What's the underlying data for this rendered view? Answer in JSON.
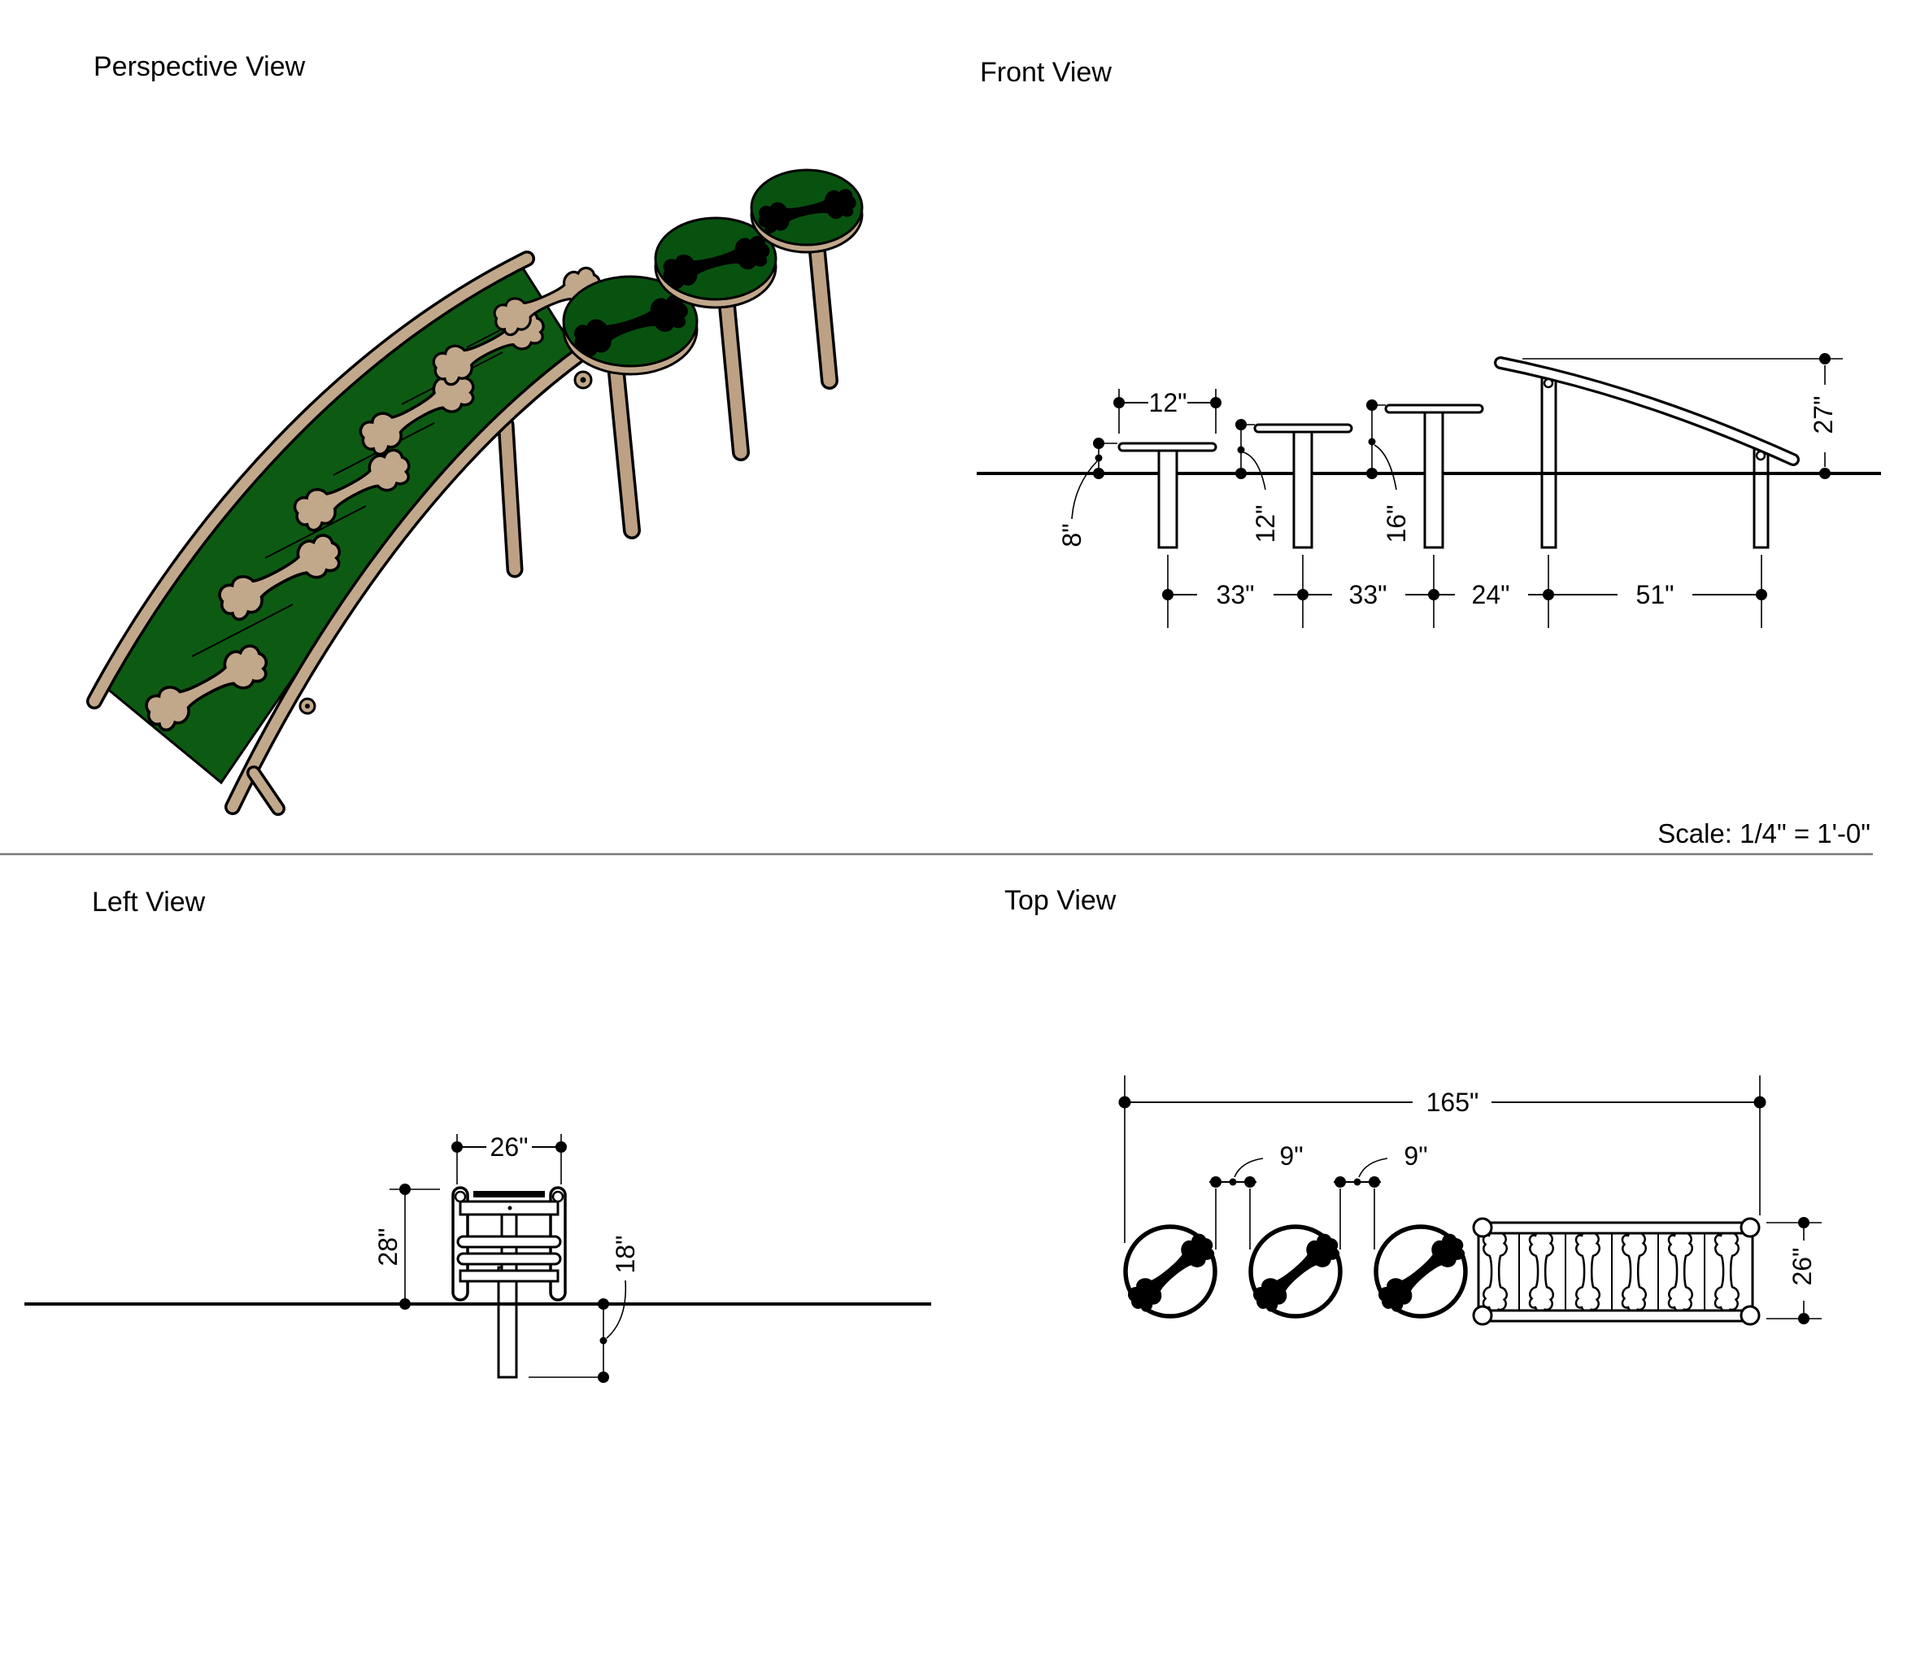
{
  "sheet": {
    "scale_note": "Scale: 1/4\" = 1'-0\"",
    "background": "#ffffff"
  },
  "views": {
    "perspective": {
      "title": "Perspective View"
    },
    "front": {
      "title": "Front View",
      "dims": {
        "cap_width": "12\"",
        "step1_height": "8\"",
        "step2_height": "12\"",
        "step3_height": "16\"",
        "ramp_height": "27\"",
        "span1": "33\"",
        "span2": "33\"",
        "span3": "24\"",
        "span4": "51\""
      }
    },
    "left": {
      "title": "Left View",
      "dims": {
        "width": "26\"",
        "height": "28\"",
        "embed_depth": "18\""
      }
    },
    "top": {
      "title": "Top View",
      "dims": {
        "overall_length": "165\"",
        "gap1": "9\"",
        "gap2": "9\"",
        "ramp_width": "26\""
      }
    }
  },
  "colors": {
    "deck_green": "#0d5b13",
    "disc_green": "#085210",
    "bone_tan": "#c2a88b",
    "rail_tan": "#c2a88b",
    "post_tan": "#bda184",
    "linework": "#000000",
    "divider_gray": "#777777"
  }
}
